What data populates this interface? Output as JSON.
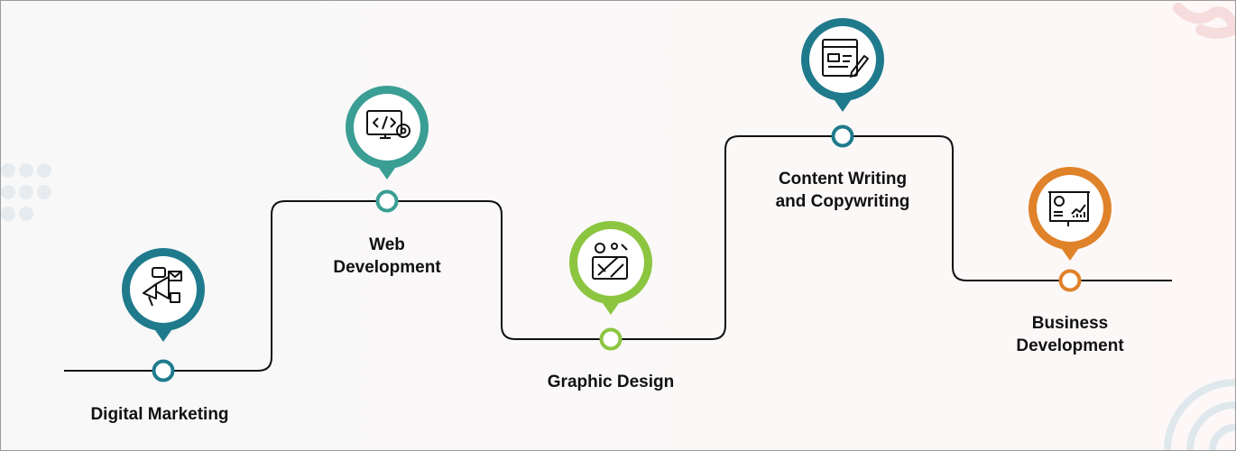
{
  "steps": [
    {
      "title_line1": "Digital Marketing",
      "title_line2": "",
      "icon": "megaphone-icon",
      "color": "#1f7a8c"
    },
    {
      "title_line1": "Web",
      "title_line2": "Development",
      "icon": "code-monitor-icon",
      "color": "#3a9e94"
    },
    {
      "title_line1": "Graphic Design",
      "title_line2": "",
      "icon": "design-tablet-icon",
      "color": "#8cc540"
    },
    {
      "title_line1": "Content Writing",
      "title_line2": "and Copywriting",
      "icon": "document-pen-icon",
      "color": "#1f7a8c"
    },
    {
      "title_line1": "Business",
      "title_line2": "Development",
      "icon": "presentation-chart-icon",
      "color": "#e08229"
    }
  ]
}
